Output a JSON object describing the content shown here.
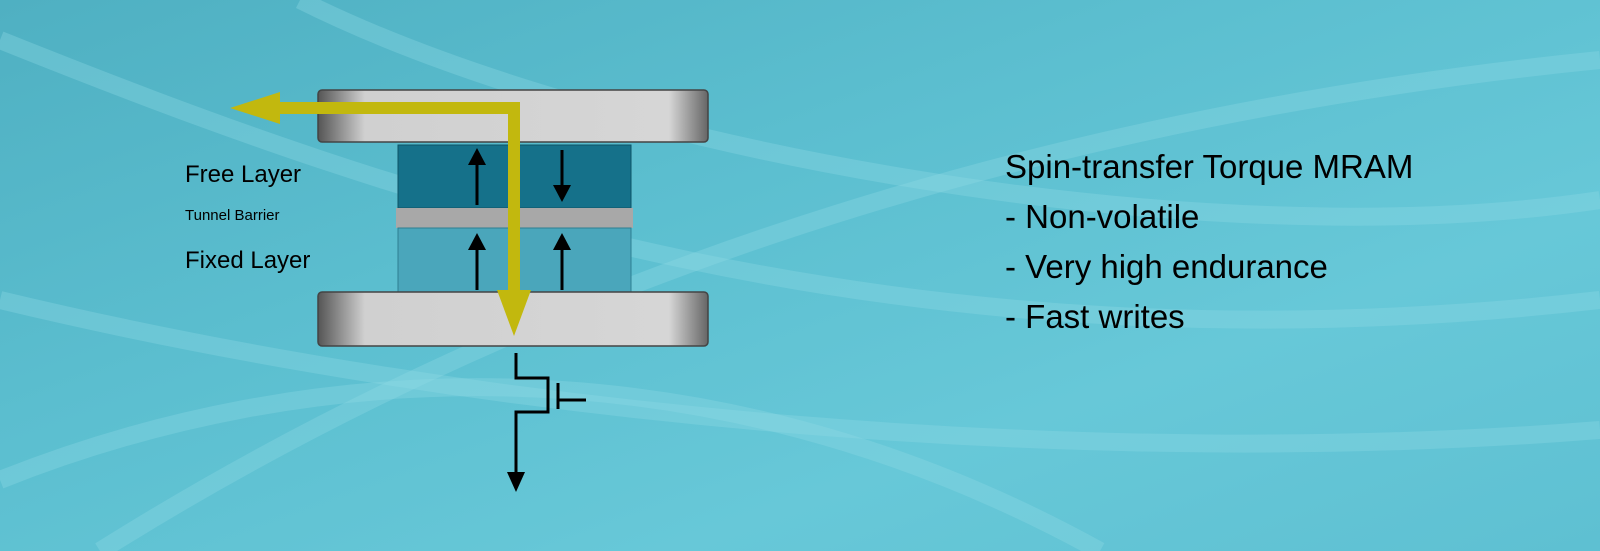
{
  "diagram": {
    "labels": {
      "free_layer": "Free Layer",
      "tunnel_barrier": "Tunnel Barrier",
      "fixed_layer": "Fixed Layer"
    },
    "colors": {
      "free_layer": "#15718a",
      "fixed_layer": "#4aa6bb",
      "barrier": "#a8a8a8",
      "current_arrow": "#c2b80e",
      "plate": "#d2d2d2"
    }
  },
  "summary": {
    "title": "Spin-transfer Torque MRAM",
    "points": [
      "- Non-volatile",
      "- Very high endurance",
      "- Fast writes"
    ]
  }
}
